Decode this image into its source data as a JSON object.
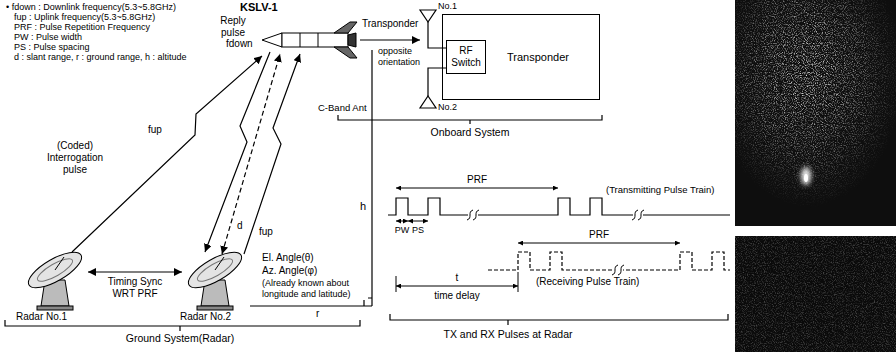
{
  "diagram": {
    "nodes": [
      {
        "text": [
          "Transponder"
        ]
      },
      {
        "text": [
          "RF Switch"
        ],
        "in": 0
      }
    ],
    "labels": [
      "• fdown : Downlink frequency(5.3~5.8GHz)",
      "fup : Uplink frequency(5.3~5.8GHz)",
      "PRF : Pulse Repetition Frequency",
      "PW : Pulse width",
      "PS : Pulse spacing",
      "d : slant range, r : ground range, h : altitude",
      "KSLV-1",
      "Reply pulse",
      "Transponder",
      "fdown",
      "No.1",
      "opposite orientation",
      "No.2",
      "C-Band Ant",
      "Onboard System",
      "(Coded) Interrogation pulse",
      "fup",
      "d",
      "fup",
      "h",
      "El. Angle(θ)",
      "Az. Angle(φ)",
      "(Already known about longitude and latitude)",
      "r",
      "Timing Sync WRT PRF",
      "Radar No.1",
      "Radar No.2",
      "Ground System(Radar)",
      "PRF",
      "(Transmitting Pulse Train)",
      "PW",
      "PS",
      "PRF",
      "t",
      "time delay",
      "(Receiving Pulse Train)",
      "TX and RX Pulses at Radar"
    ]
  }
}
